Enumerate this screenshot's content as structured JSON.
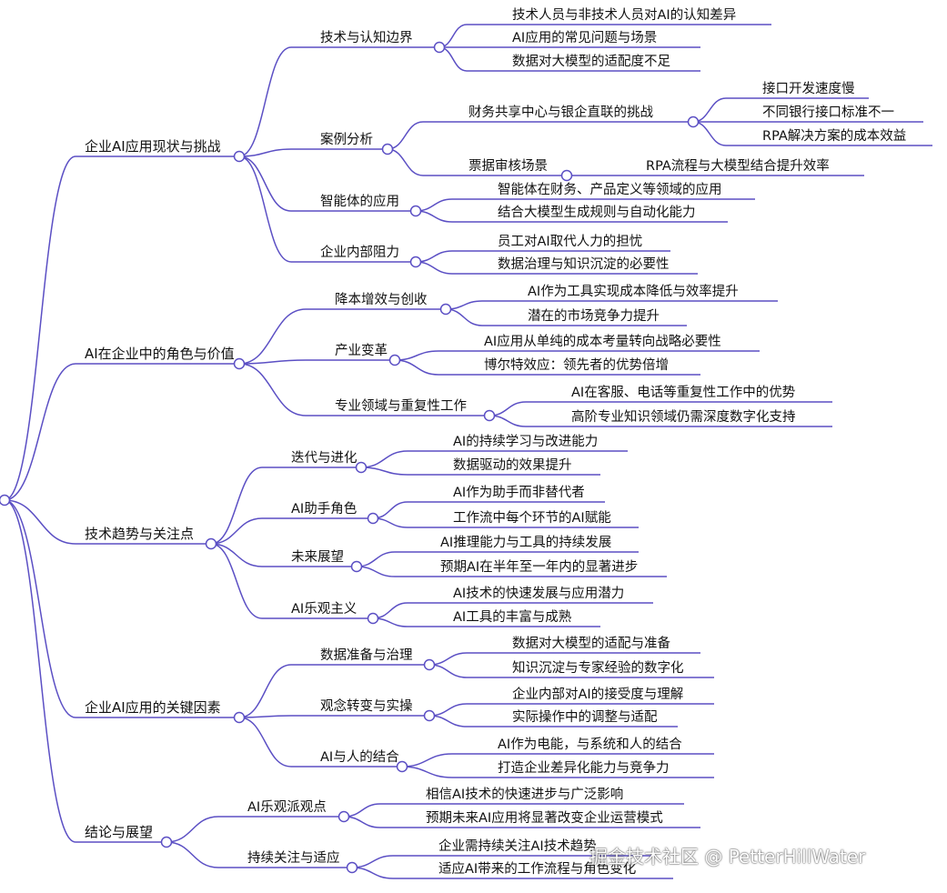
{
  "colors": {
    "line": "#5b4fc4",
    "text": "#111111",
    "background": "#ffffff"
  },
  "watermark": "掘金技术社区 @ PetterHillWater",
  "mindmap": {
    "branches": [
      {
        "label": "企业AI应用现状与挑战",
        "children": [
          {
            "label": "技术与认知边界",
            "children": [
              {
                "label": "技术人员与非技术人员对AI的认知差异"
              },
              {
                "label": "AI应用的常见问题与场景"
              },
              {
                "label": "数据对大模型的适配度不足"
              }
            ]
          },
          {
            "label": "案例分析",
            "children": [
              {
                "label": "财务共享中心与银企直联的挑战",
                "children": [
                  {
                    "label": "接口开发速度慢"
                  },
                  {
                    "label": "不同银行接口标准不一"
                  },
                  {
                    "label": "RPA解决方案的成本效益"
                  }
                ]
              },
              {
                "label": "票据审核场景",
                "children": [
                  {
                    "label": "RPA流程与大模型结合提升效率"
                  }
                ]
              }
            ]
          },
          {
            "label": "智能体的应用",
            "children": [
              {
                "label": "智能体在财务、产品定义等领域的应用"
              },
              {
                "label": "结合大模型生成规则与自动化能力"
              }
            ]
          },
          {
            "label": "企业内部阻力",
            "children": [
              {
                "label": "员工对AI取代人力的担忧"
              },
              {
                "label": "数据治理与知识沉淀的必要性"
              }
            ]
          }
        ]
      },
      {
        "label": "AI在企业中的角色与价值",
        "children": [
          {
            "label": "降本增效与创收",
            "children": [
              {
                "label": "AI作为工具实现成本降低与效率提升"
              },
              {
                "label": "潜在的市场竞争力提升"
              }
            ]
          },
          {
            "label": "产业变革",
            "children": [
              {
                "label": "AI应用从单纯的成本考量转向战略必要性"
              },
              {
                "label": "博尔特效应：领先者的优势倍增"
              }
            ]
          },
          {
            "label": "专业领域与重复性工作",
            "children": [
              {
                "label": "AI在客服、电话等重复性工作中的优势"
              },
              {
                "label": "高阶专业知识领域仍需深度数字化支持"
              }
            ]
          }
        ]
      },
      {
        "label": "技术趋势与关注点",
        "children": [
          {
            "label": "迭代与进化",
            "children": [
              {
                "label": "AI的持续学习与改进能力"
              },
              {
                "label": "数据驱动的效果提升"
              }
            ]
          },
          {
            "label": "AI助手角色",
            "children": [
              {
                "label": "AI作为助手而非替代者"
              },
              {
                "label": "工作流中每个环节的AI赋能"
              }
            ]
          },
          {
            "label": "未来展望",
            "children": [
              {
                "label": "AI推理能力与工具的持续发展"
              },
              {
                "label": "预期AI在半年至一年内的显著进步"
              }
            ]
          },
          {
            "label": "AI乐观主义",
            "children": [
              {
                "label": "AI技术的快速发展与应用潜力"
              },
              {
                "label": "AI工具的丰富与成熟"
              }
            ]
          }
        ]
      },
      {
        "label": "企业AI应用的关键因素",
        "children": [
          {
            "label": "数据准备与治理",
            "children": [
              {
                "label": "数据对大模型的适配与准备"
              },
              {
                "label": "知识沉淀与专家经验的数字化"
              }
            ]
          },
          {
            "label": "观念转变与实操",
            "children": [
              {
                "label": "企业内部对AI的接受度与理解"
              },
              {
                "label": "实际操作中的调整与适配"
              }
            ]
          },
          {
            "label": "AI与人的结合",
            "children": [
              {
                "label": "AI作为电能，与系统和人的结合"
              },
              {
                "label": "打造企业差异化能力与竞争力"
              }
            ]
          }
        ]
      },
      {
        "label": "结论与展望",
        "children": [
          {
            "label": "AI乐观派观点",
            "children": [
              {
                "label": "相信AI技术的快速进步与广泛影响"
              },
              {
                "label": "预期未来AI应用将显著改变企业运营模式"
              }
            ]
          },
          {
            "label": "持续关注与适应",
            "children": [
              {
                "label": "企业需持续关注AI技术趋势"
              },
              {
                "label": "适应AI带来的工作流程与角色变化"
              }
            ]
          }
        ]
      }
    ]
  }
}
